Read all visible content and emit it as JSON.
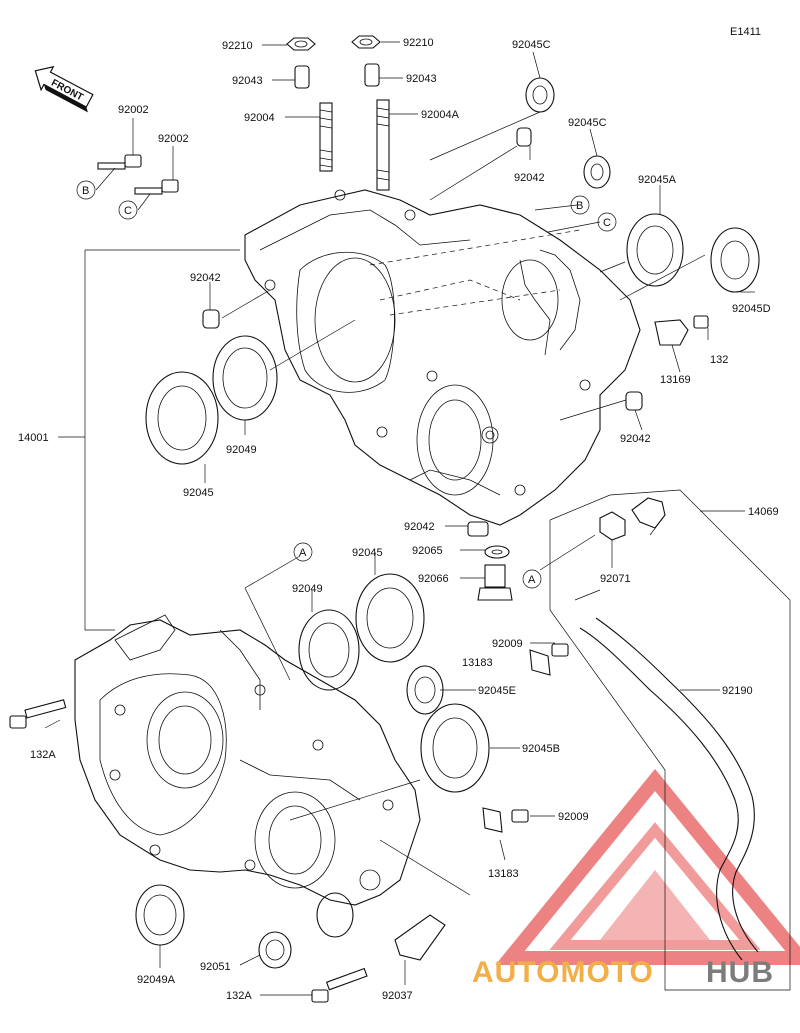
{
  "diagram_code": "E1411",
  "front_label": "FRONT",
  "watermark": {
    "part1": "AUTOMOTO",
    "part2": "HUB",
    "color_red": "#e23b3b",
    "color_orange": "#f0a028",
    "color_gray": "#666666"
  },
  "callouts": {
    "A1": "A",
    "A2": "A",
    "B1": "B",
    "B2": "B",
    "C1": "C",
    "C2": "C"
  },
  "labels": {
    "l92210a": "92210",
    "l92210b": "92210",
    "l92043a": "92043",
    "l92043b": "92043",
    "l92004": "92004",
    "l92004A": "92004A",
    "l92045C_top": "92045C",
    "l92045C_mid": "92045C",
    "l92002a": "92002",
    "l92002b": "92002",
    "l92042_top": "92042",
    "l92042_left": "92042",
    "l92042_right": "92042",
    "l92042_low": "92042",
    "l92045A": "92045A",
    "l92045D": "92045D",
    "l132": "132",
    "l13169": "13169",
    "l14001": "14001",
    "l92049_upper": "92049",
    "l92045_upper": "92045",
    "l14069": "14069",
    "l92065": "92065",
    "l92066": "92066",
    "l92071": "92071",
    "l92045_lower": "92045",
    "l92049_lower": "92049",
    "l92009a": "92009",
    "l13183a": "13183",
    "l92045E": "92045E",
    "l92190": "92190",
    "l132A_upper": "132A",
    "l92045B": "92045B",
    "l92009b": "92009",
    "l13183b": "13183",
    "l92049A": "92049A",
    "l92051": "92051",
    "l132A_lower": "132A",
    "l92037": "92037"
  }
}
